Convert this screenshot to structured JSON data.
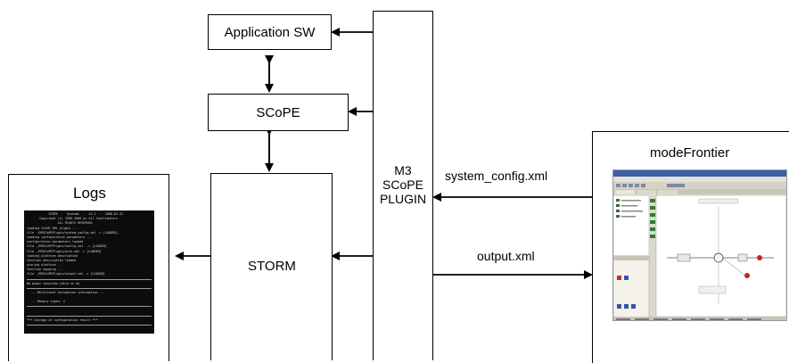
{
  "blocks": {
    "application_sw": "Application SW",
    "scope": "SCoPE",
    "storm": "STORM",
    "logs": "Logs",
    "plugin_line1": "M3",
    "plugin_line2": "SCoPE",
    "plugin_line3": "PLUGIN",
    "modefrontier": "modeFrontier"
  },
  "connections": {
    "system_config": "system_config.xml",
    "output": "output.xml"
  },
  "icons": {
    "terminal": "terminal-screenshot",
    "modefrontier_ui": "modefrontier-screenshot"
  }
}
